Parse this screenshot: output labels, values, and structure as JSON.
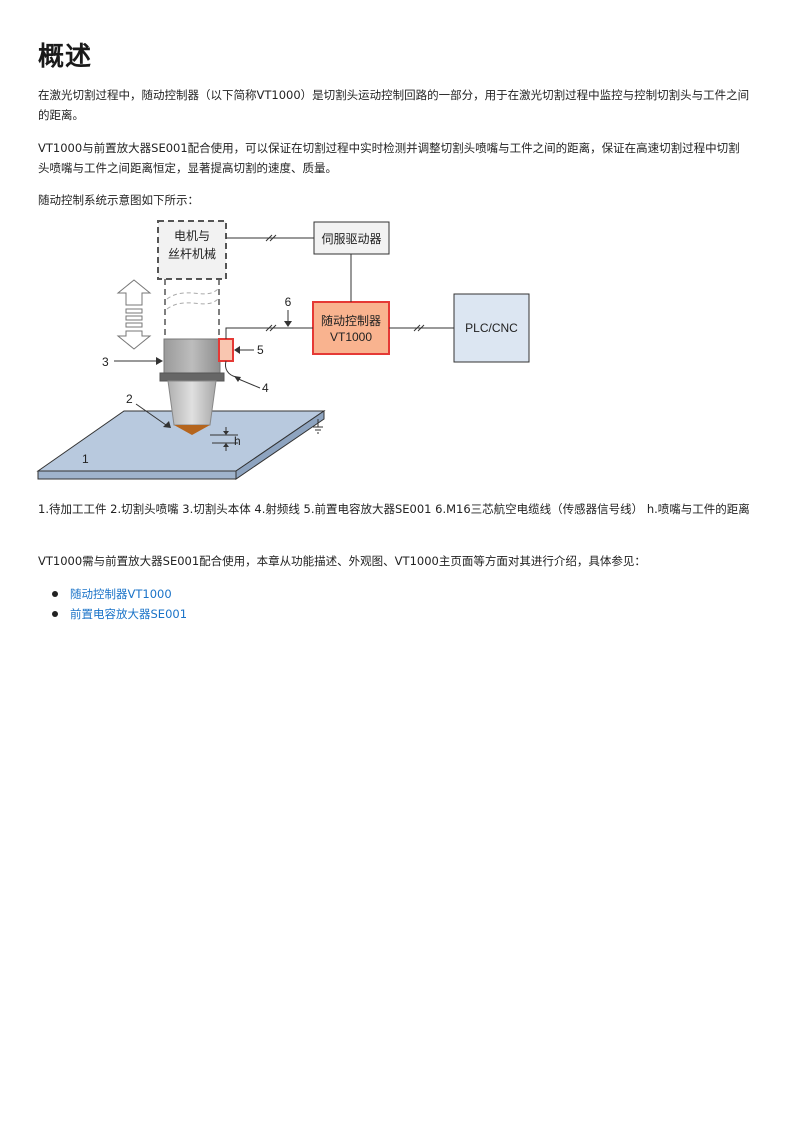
{
  "title": "概述",
  "paragraphs": {
    "intro": "在激光切割过程中，随动控制器（以下简称VT1000）是切割头运动控制回路的一部分，用于在激光切割过程中监控与控制切割头与工件之间的距离。",
    "usage": "VT1000与前置放大器SE001配合使用，可以保证在切割过程中实时检测并调整切割头喷嘴与工件之间的距离，保证在高速切割过程中切割头喷嘴与工件之间距离恒定，显著提高切割的速度、质量。",
    "diagram_intro": "随动控制系统示意图如下所示：",
    "caption": "1.待加工工件 2.切割头喷嘴 3.切割头本体 4.射频线 5.前置电容放大器SE001 6.M16三芯航空电缆线（传感器信号线） h.喷嘴与工件的距离",
    "chapter": "VT1000需与前置放大器SE001配合使用，本章从功能描述、外观图、VT1000主页面等方面对其进行介绍，具体参见："
  },
  "diagram": {
    "motor_line1": "电机与",
    "motor_line2": "丝杆机械",
    "servo": "伺服驱动器",
    "controller_line1": "随动控制器",
    "controller_line2": "VT1000",
    "plc": "PLC/CNC",
    "labels": [
      "1",
      "2",
      "3",
      "4",
      "5",
      "6",
      "h"
    ],
    "colors": {
      "controller_fill": "#f9b38f",
      "controller_border": "#e53935",
      "amplifier_border": "#e53935",
      "plc_fill": "#dce6f2",
      "workpiece_fill": "#b8c9de",
      "nozzle_tip": "#b5651d"
    }
  },
  "links": [
    {
      "label": "随动控制器VT1000",
      "color": "#1a73c8"
    },
    {
      "label": "前置电容放大器SE001",
      "color": "#1a73c8"
    }
  ]
}
